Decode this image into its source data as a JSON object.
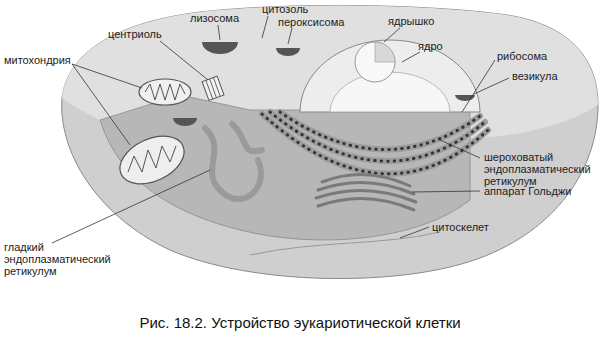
{
  "diagram": {
    "caption": "Рис. 18.2. Устройство эукариотической клетки",
    "labels": [
      "лизосома",
      "цитозоль",
      "пероксисома",
      "центриоль",
      "ядрышко",
      "ядро",
      "рибосома",
      "везикула",
      "митохондрия",
      "шероховатый эндоплазматический ретикулум",
      "аппарат Гольджи",
      "цитоскелет",
      "гладкий эндоплазматический ретикулум"
    ]
  }
}
